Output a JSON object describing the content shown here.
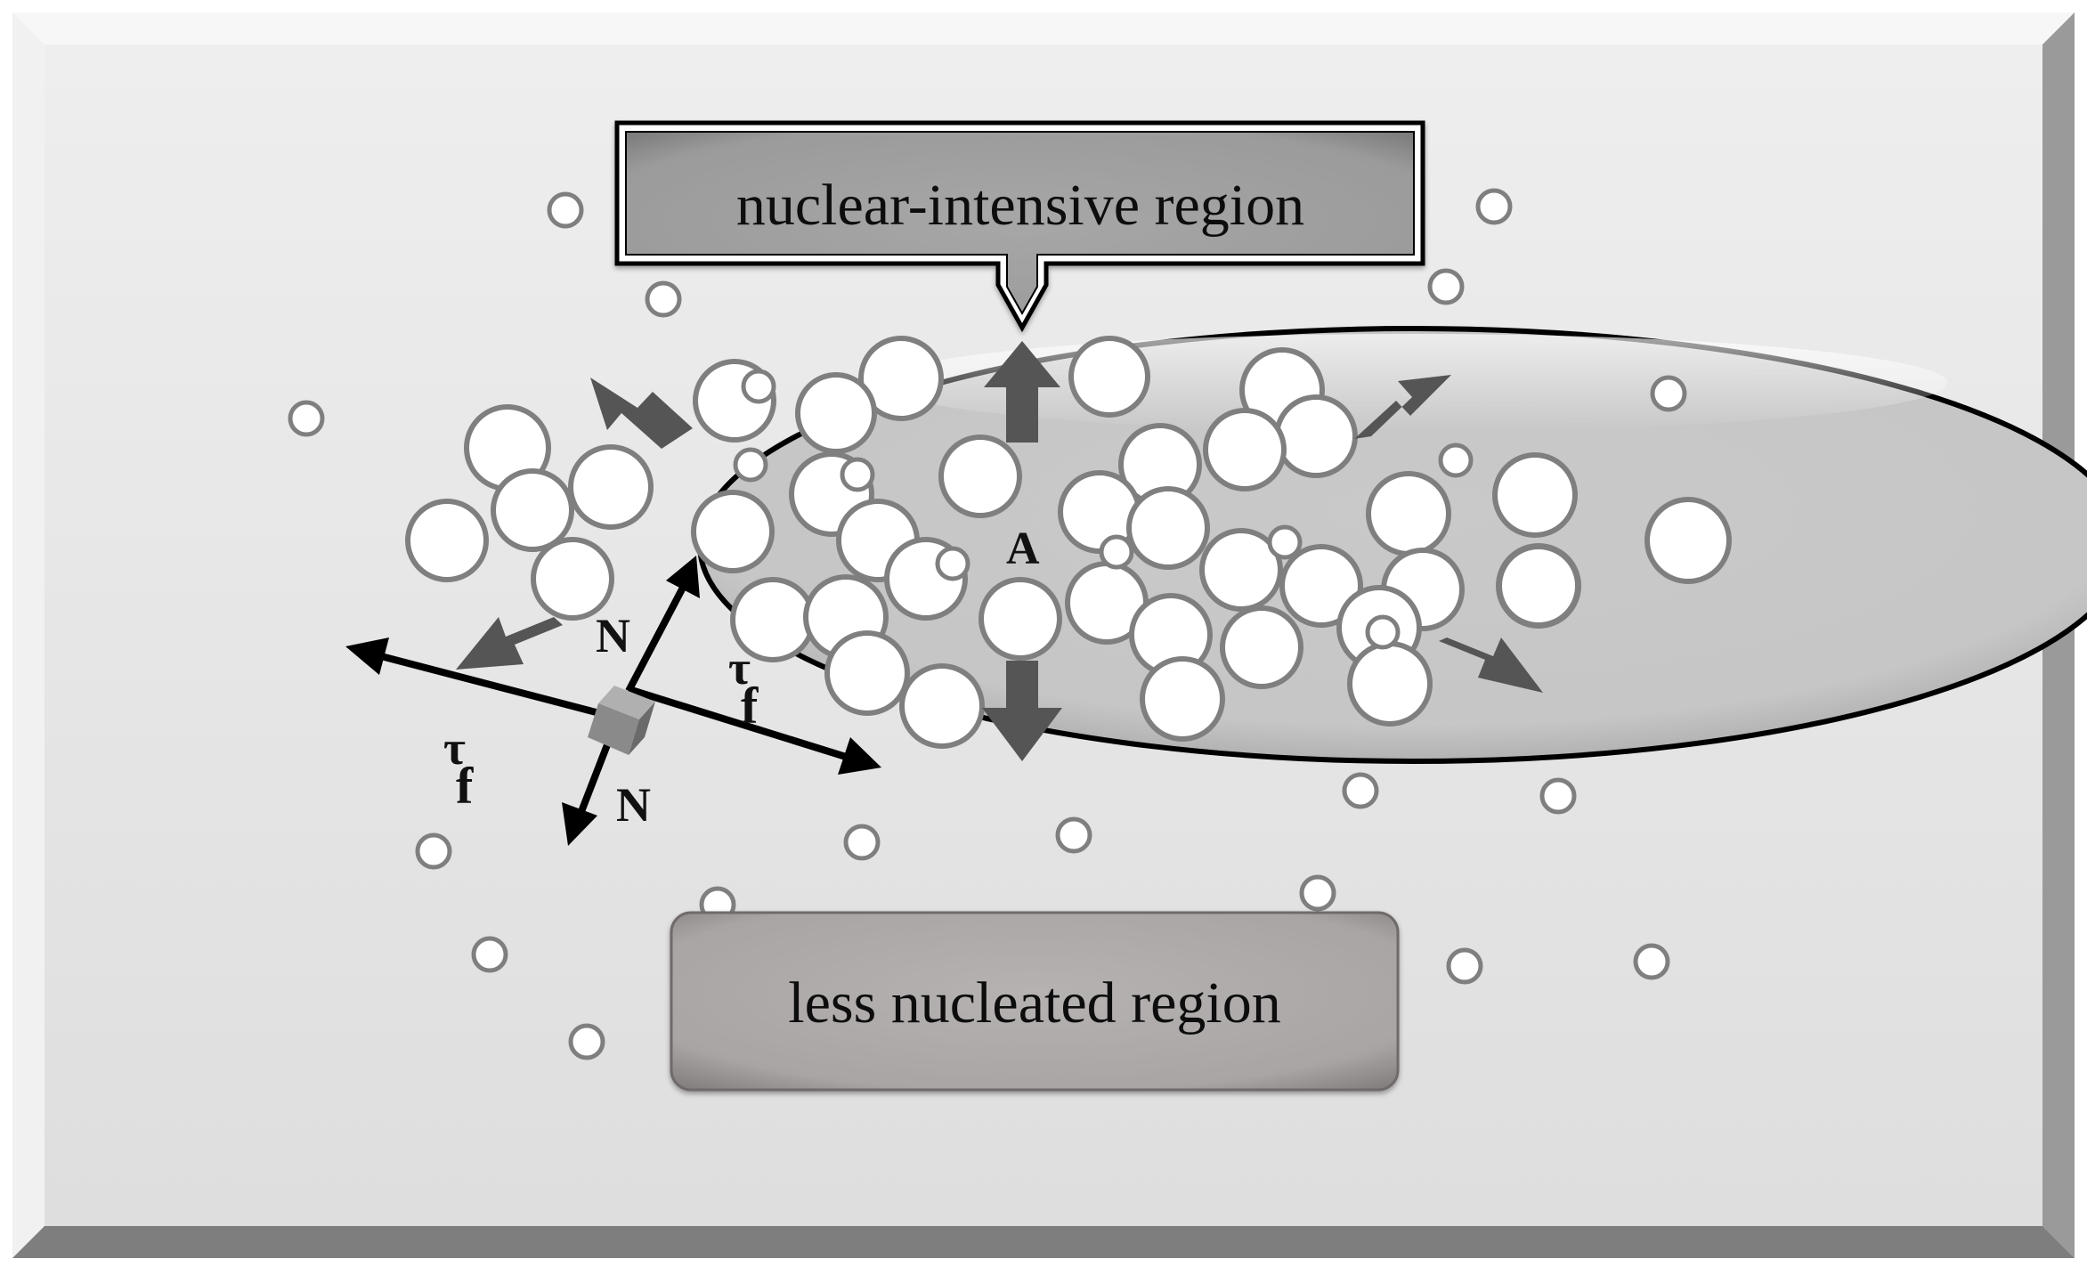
{
  "labels": {
    "nuclear_region": "nuclear-intensive region",
    "less_region": "less nucleated region",
    "point_a": "A",
    "normal_force": "N",
    "friction_symbol": "τ",
    "friction_subscript": "f"
  },
  "colors": {
    "panel_background": "#e4e4e4",
    "ellipse_fill": "#c8c8c8",
    "bubble_fill": "#ffffff",
    "bubble_stroke": "#7f7f7f",
    "expansion_arrow": "#555555",
    "force_arrow": "#000000",
    "nuclear_box": "#9a9a9a",
    "less_box": "#aaa6a6"
  }
}
